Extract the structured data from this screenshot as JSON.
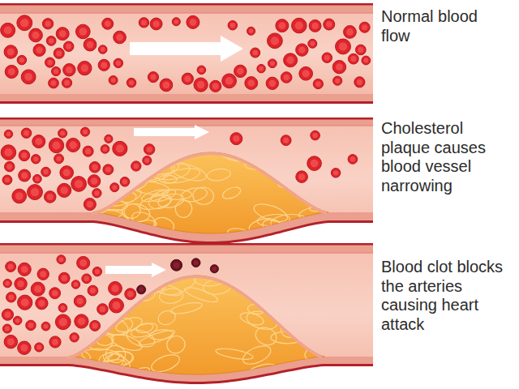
{
  "diagram": {
    "labels": [
      "Normal blood flow",
      "Cholesterol plaque causes blood vessel narrowing",
      "Blood clot blocks the arteries causing heart attack"
    ]
  }
}
